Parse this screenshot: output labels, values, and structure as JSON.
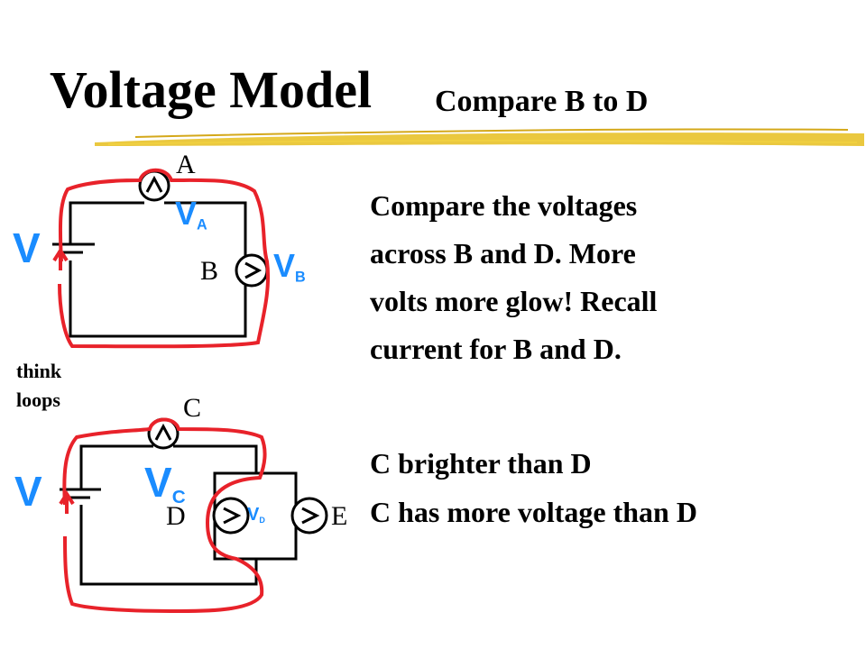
{
  "title": "Voltage Model",
  "subtitle": "Compare B to D",
  "paragraph": [
    "Compare the voltages",
    "across B and D. More",
    "volts more glow! Recall",
    "current for B and D."
  ],
  "answers": {
    "line1": "C brighter than D",
    "line2": "C has more voltage than D"
  },
  "annotation": [
    "think",
    "loops"
  ],
  "labels": {
    "A": "A",
    "B": "B",
    "C": "C",
    "D": "D",
    "E": "E",
    "battery_top": "V",
    "battery_bottom": "V"
  },
  "voltage_labels": {
    "va": {
      "main": "V",
      "sub": "A"
    },
    "vb": {
      "main": "V",
      "sub": "B"
    },
    "vc": {
      "main": "V",
      "sub": "C"
    },
    "vd": {
      "main": "V",
      "sub": "D"
    }
  },
  "colors": {
    "wire": "#000000",
    "loop": "#e8222a",
    "voltage_label": "#1a8cff",
    "highlight": "#e8c22a"
  }
}
